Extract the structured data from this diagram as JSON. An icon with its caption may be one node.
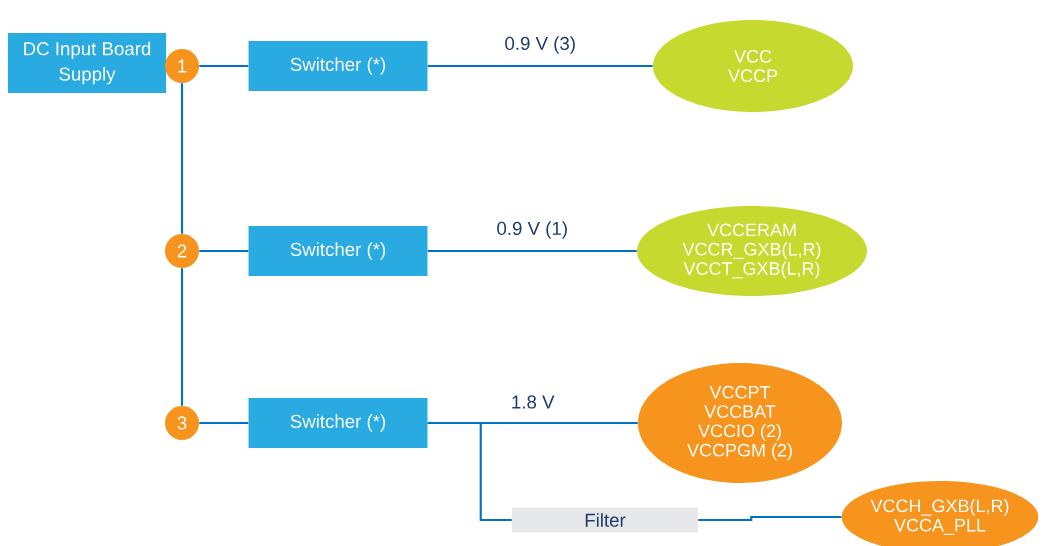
{
  "diagram": {
    "nodes": [
      {
        "text": [
          "DC Input Board Supply"
        ]
      },
      {
        "text": [
          "1"
        ]
      },
      {
        "text": [
          "2"
        ]
      },
      {
        "text": [
          "3"
        ]
      },
      {
        "text": [
          "Switcher (*)"
        ]
      },
      {
        "text": [
          "Switcher (*)"
        ]
      },
      {
        "text": [
          "Switcher (*)"
        ]
      },
      {
        "text": [
          "VCC",
          "VCCP"
        ]
      },
      {
        "text": [
          "VCCERAM",
          "VCCR_GXB(L,R)",
          "VCCT_GXB(L,R)"
        ]
      },
      {
        "text": [
          "VCCPT",
          "VCCBAT",
          "VCCIO (2)",
          "VCCPGM (2)"
        ]
      },
      {
        "text": [
          "Filter"
        ]
      },
      {
        "text": [
          "VCCH_GXB(L,R)",
          "VCCA_PLL"
        ]
      }
    ],
    "edges": [
      {
        "from": 1,
        "to": 2,
        "arrow": "none"
      },
      {
        "from": 2,
        "to": 3,
        "arrow": "none"
      },
      {
        "from": 1,
        "to": 4,
        "arrow": "none"
      },
      {
        "from": 2,
        "to": 5,
        "arrow": "none"
      },
      {
        "from": 3,
        "to": 6,
        "arrow": "none"
      },
      {
        "from": 4,
        "to": 7,
        "arrow": "none",
        "label": "0.9 V (3)"
      },
      {
        "from": 5,
        "to": 8,
        "arrow": "none",
        "label": "0.9 V (1)"
      },
      {
        "from": 6,
        "to": 9,
        "arrow": "none",
        "label": "1.8 V"
      },
      {
        "from": 6,
        "to": 10,
        "arrow": "none"
      },
      {
        "from": 10,
        "to": 11,
        "arrow": "none"
      }
    ]
  }
}
